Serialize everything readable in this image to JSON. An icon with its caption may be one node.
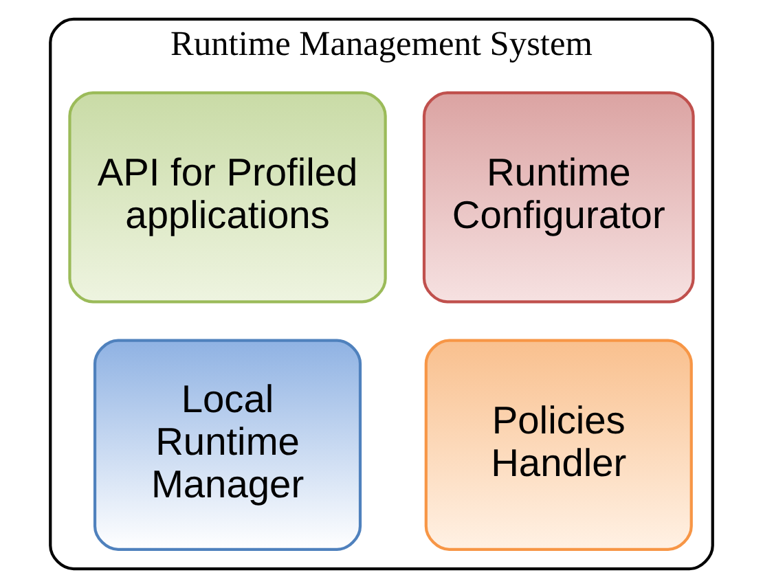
{
  "diagram": {
    "nodes": [
      {
        "text": [
          "Runtime Management System"
        ]
      },
      {
        "text": [
          "Local Runtime Manager"
        ],
        "in": 0
      },
      {
        "text": [
          "Runtime Configurator"
        ],
        "in": 0
      },
      {
        "text": [
          "API for Profiled applications"
        ],
        "in": 0
      },
      {
        "text": [
          "Policies Handler"
        ],
        "in": 0
      }
    ]
  }
}
